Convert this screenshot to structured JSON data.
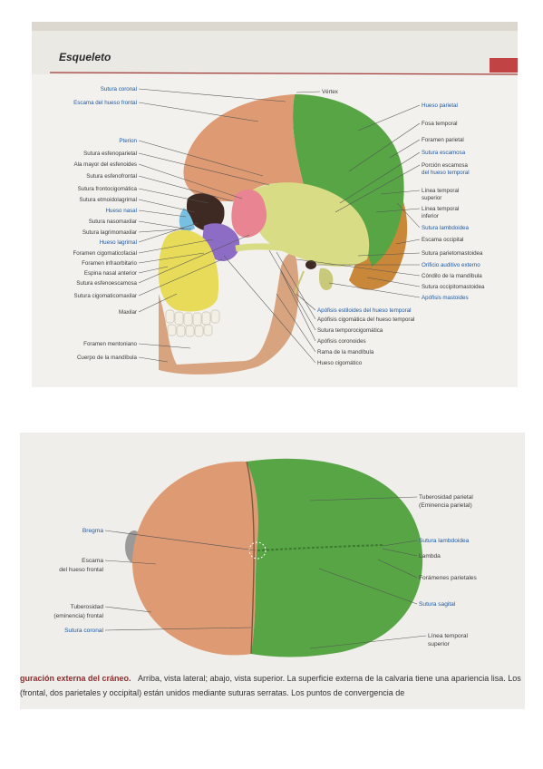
{
  "top": {
    "title": "Esqueleto",
    "labels_left": [
      {
        "text": "Sutura coronal",
        "hl": true
      },
      {
        "text": "Escama del hueso frontal",
        "hl": true
      },
      {
        "text": "Pterion",
        "hl": true
      },
      {
        "text": "Sutura esfenoparietal",
        "hl": false
      },
      {
        "text": "Ala mayor del esfenoides",
        "hl": false
      },
      {
        "text": "Sutura esfenofrontal",
        "hl": false
      },
      {
        "text": "Sutura frontocigomática",
        "hl": false
      },
      {
        "text": "Sutura etmoidolagrimal",
        "hl": false
      },
      {
        "text": "Hueso nasal",
        "hl": true
      },
      {
        "text": "Sutura nasomaxilar",
        "hl": false
      },
      {
        "text": "Sutura lagrimomaxilar",
        "hl": false
      },
      {
        "text": "Hueso lagrimal",
        "hl": true
      },
      {
        "text": "Foramen cigomaticofacial",
        "hl": false
      },
      {
        "text": "Foramen infraorbitario",
        "hl": false
      },
      {
        "text": "Espina nasal anterior",
        "hl": false
      },
      {
        "text": "Sutura esfenoescamosa",
        "hl": false
      },
      {
        "text": "Sutura cigomaticomaxilar",
        "hl": false
      },
      {
        "text": "Maxilar",
        "hl": false
      },
      {
        "text": "Foramen mentoniano",
        "hl": false
      },
      {
        "text": "Cuerpo de la mandíbula",
        "hl": false
      }
    ],
    "label_vertex": "Vértex",
    "labels_right": [
      {
        "text": "Hueso parietal",
        "hl": true
      },
      {
        "text": "Fosa temporal",
        "hl": false
      },
      {
        "text": "Foramen parietal",
        "hl": false
      },
      {
        "text": "Sutura escamosa",
        "hl": true
      },
      {
        "text": "Porción escamosa",
        "hl": false
      },
      {
        "text": "del hueso temporal",
        "hl": true
      },
      {
        "text": "Línea temporal",
        "hl": false
      },
      {
        "text": "superior",
        "hl": false
      },
      {
        "text": "Línea temporal",
        "hl": false
      },
      {
        "text": "inferior",
        "hl": false
      },
      {
        "text": "Sutura lambdoidea",
        "hl": true
      },
      {
        "text": "Escama occipital",
        "hl": false
      },
      {
        "text": "Sutura parietomastoidea",
        "hl": false
      },
      {
        "text": "Orificio auditivo externo",
        "hl": true
      },
      {
        "text": "Cóndilo de la mandíbula",
        "hl": false
      },
      {
        "text": "Sutura occipitomastoidea",
        "hl": false
      },
      {
        "text": "Apófisis mastoides",
        "hl": true
      }
    ],
    "labels_bottom": [
      {
        "text": "Apófisis estiloides del hueso temporal",
        "hl": true
      },
      {
        "text": "Apófisis cigomática del hueso temporal",
        "hl": false
      },
      {
        "text": "Sutura temporocigomática",
        "hl": false
      },
      {
        "text": "Apófisis coronoides",
        "hl": false
      },
      {
        "text": "Rama de la mandíbula",
        "hl": false
      },
      {
        "text": "Hueso cigomático",
        "hl": false
      }
    ]
  },
  "bottom": {
    "labels_left": [
      {
        "text": "Bregma",
        "hl": true
      },
      {
        "text": "Escama",
        "hl": false
      },
      {
        "text": "del hueso frontal",
        "hl": false
      },
      {
        "text": "Tuberosidad",
        "hl": false
      },
      {
        "text": "(eminencia) frontal",
        "hl": false
      },
      {
        "text": "Sutura coronal",
        "hl": true
      }
    ],
    "labels_right": [
      {
        "text": "Tuberosidad parietal",
        "hl": false
      },
      {
        "text": "(Eminencia parietal)",
        "hl": false
      },
      {
        "text": "Sutura lambdoidea",
        "hl": true
      },
      {
        "text": "Lambda",
        "hl": false
      },
      {
        "text": "Forámenes parietales",
        "hl": false
      },
      {
        "text": "Sutura sagital",
        "hl": true
      },
      {
        "text": "Línea temporal",
        "hl": false
      },
      {
        "text": "superior",
        "hl": false
      }
    ],
    "caption_bold": "guración externa del cráneo.",
    "caption_line1": "Arriba, vista lateral; abajo, vista superior. La superficie externa de la calvaria tiene una apariencia lisa. Los",
    "caption_line2": "(frontal, dos parietales y occipital) están unidos mediante suturas serratas. Los puntos de convergencia de"
  },
  "colors": {
    "frontal": "#dd9a73",
    "parietal": "#57a545",
    "temporal": "#d8dc84",
    "sphenoid": "#e98593",
    "zygomatic": "#8c6cc4",
    "maxilla": "#e8db59",
    "nasal": "#78c0e2",
    "occipital": "#c9873a",
    "mandible": "#d8a480",
    "highlight": "#1f5aa6"
  }
}
